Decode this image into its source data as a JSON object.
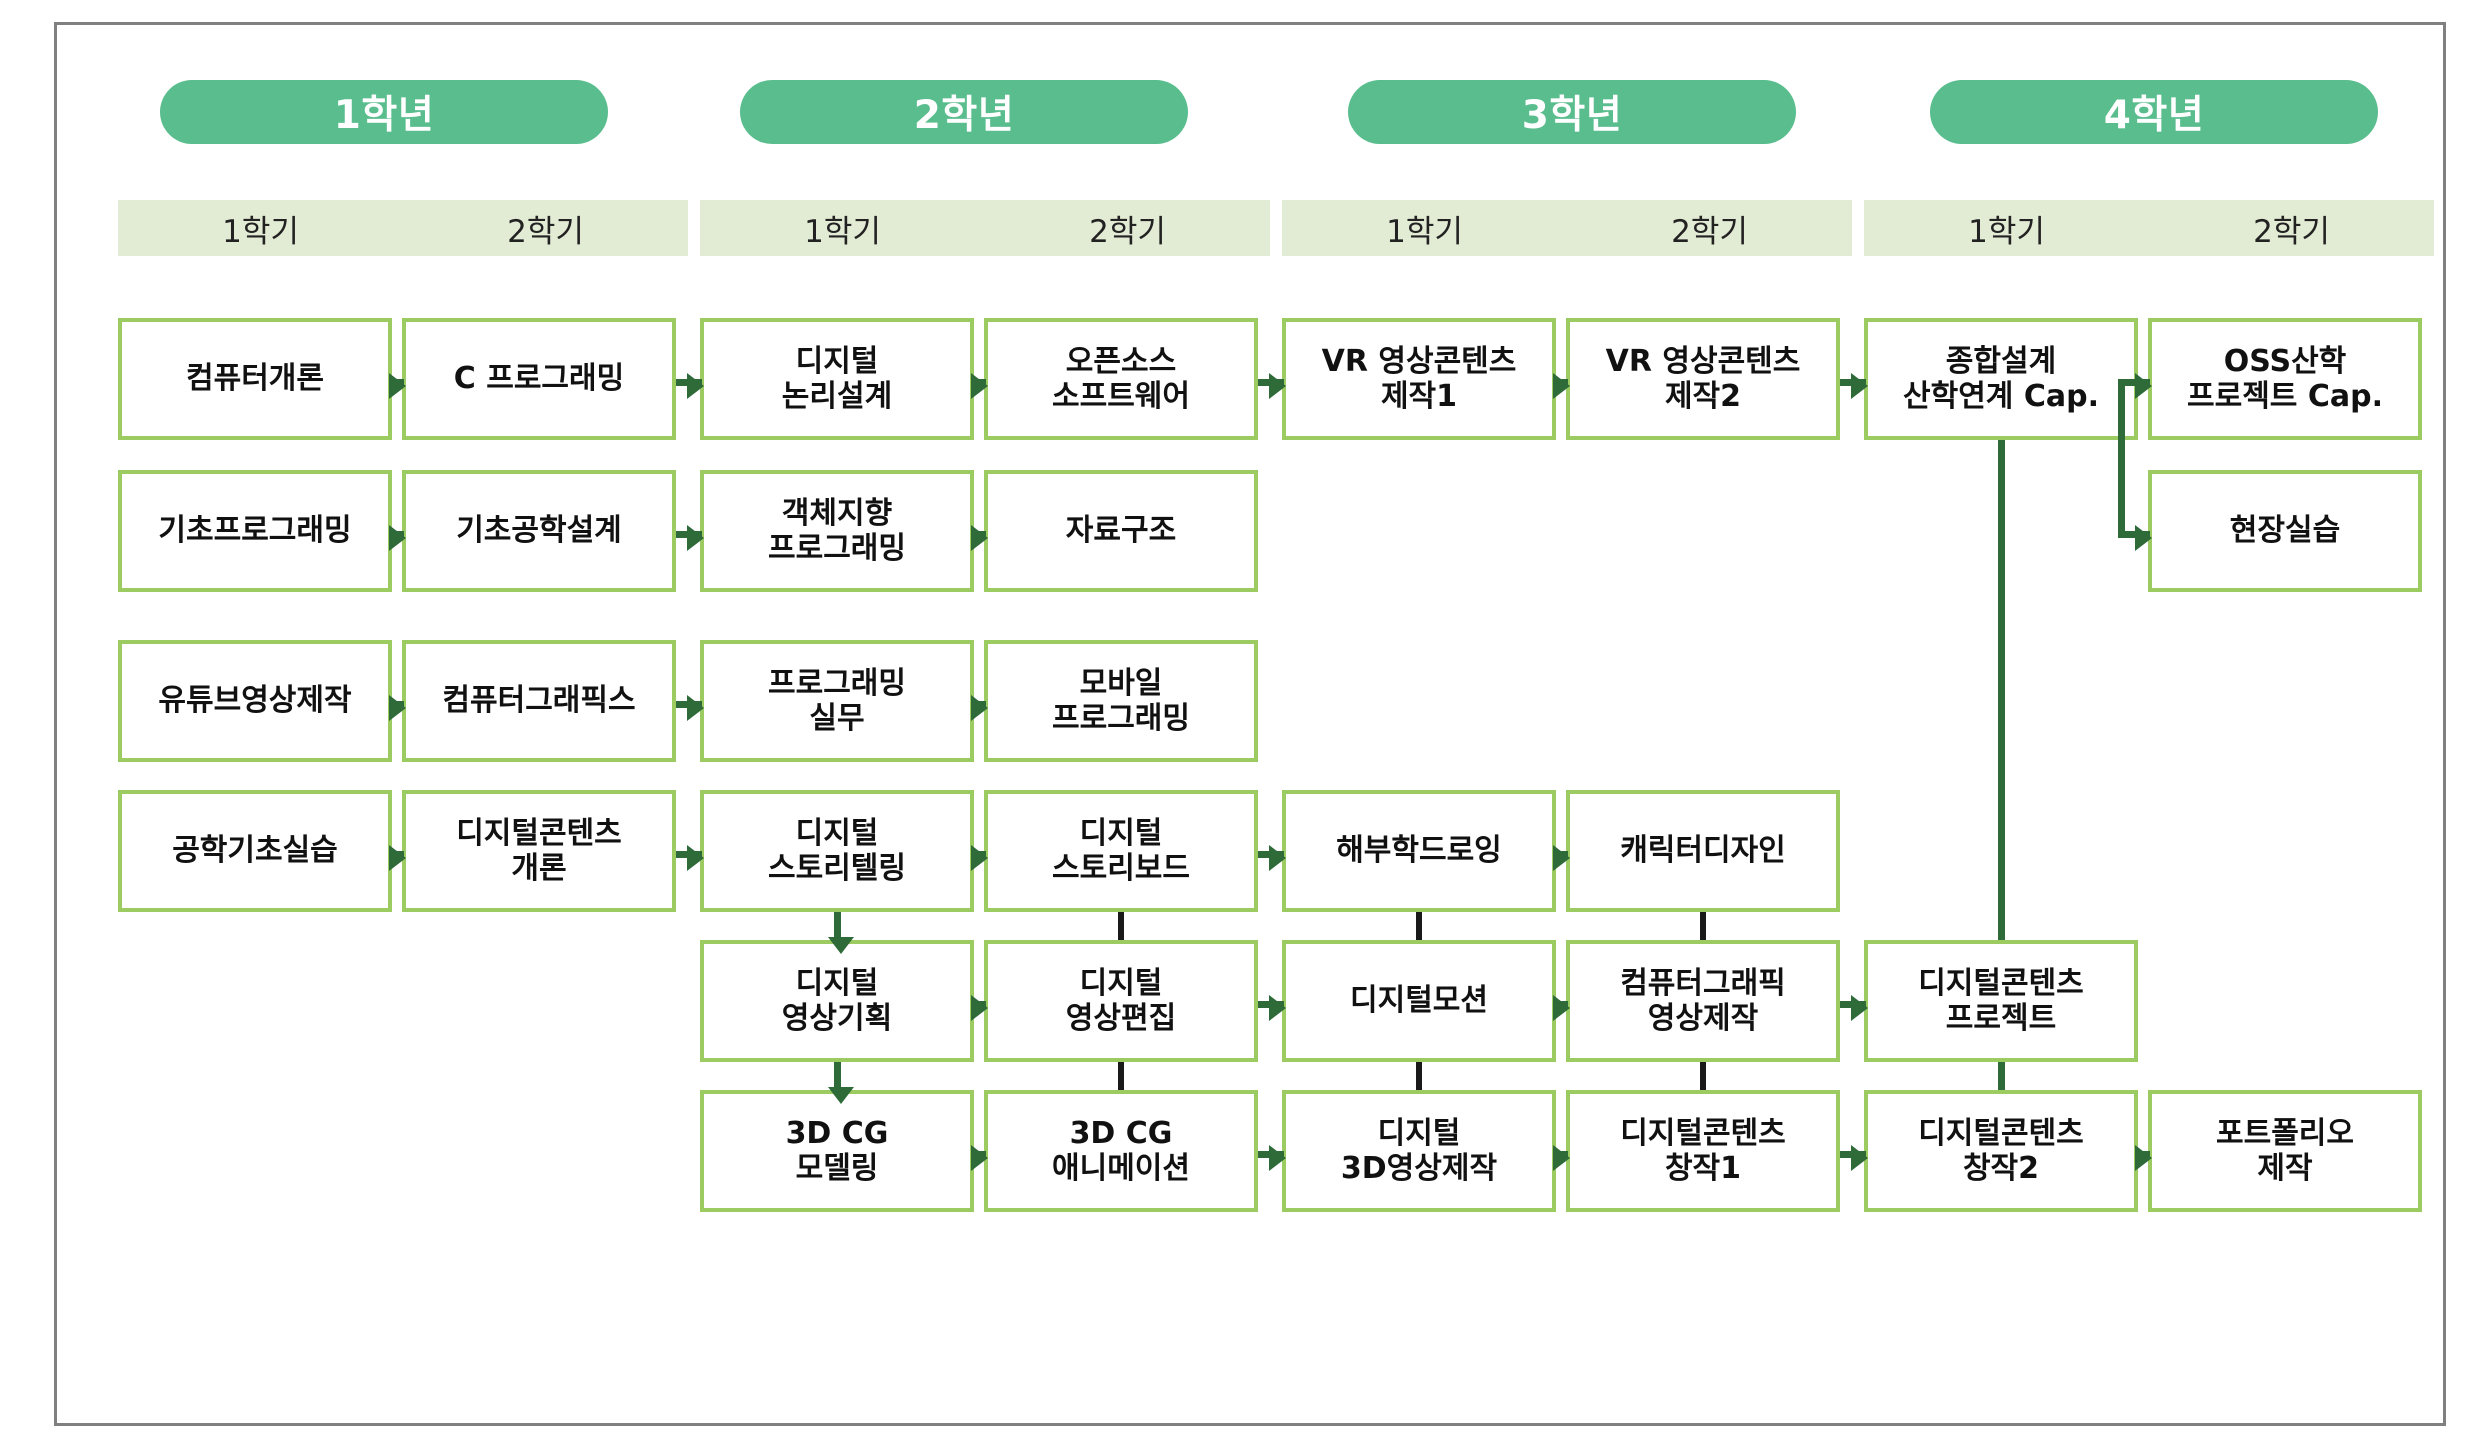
{
  "colors": {
    "pill_green": "#59bd8e",
    "band_green": "#e2ebd3",
    "box_border": "#9ccb62",
    "arrow_green": "#2e6b39",
    "link_dark": "#2e6b39",
    "frame_gray": "#808080"
  },
  "years": [
    {
      "label": "1학년",
      "semesters": [
        "1학기",
        "2학기"
      ]
    },
    {
      "label": "2학년",
      "semesters": [
        "1학기",
        "2학기"
      ]
    },
    {
      "label": "3학년",
      "semesters": [
        "1학기",
        "2학기"
      ]
    },
    {
      "label": "4학년",
      "semesters": [
        "1학기",
        "2학기"
      ]
    }
  ],
  "tracks": [
    {
      "name": "computer-science-track",
      "courses": [
        "컴퓨터개론",
        "C 프로그래밍",
        "디지털\n논리설계",
        "오픈소스\n소프트웨어",
        "VR 영상콘텐츠\n제작1",
        "VR 영상콘텐츠\n제작2",
        "종합설계\n산학연계 Cap.",
        "OSS산학\n프로젝트 Cap."
      ]
    },
    {
      "name": "programming-foundation-track",
      "courses": [
        "기초프로그래밍",
        "기초공학설계",
        "객체지향\n프로그래밍",
        "자료구조"
      ]
    },
    {
      "name": "graphics-track",
      "courses": [
        "유튜브영상제작",
        "컴퓨터그래픽스",
        "프로그래밍\n실무",
        "모바일\n프로그래밍"
      ]
    },
    {
      "name": "digital-content-track",
      "courses": [
        "공학기초실습",
        "디지털콘텐츠\n개론",
        "디지털\n스토리텔링",
        "디지털\n스토리보드",
        "해부학드로잉",
        "캐릭터디자인"
      ]
    },
    {
      "name": "video-production-track",
      "courses": [
        "디지털\n영상기획",
        "디지털\n영상편집",
        "디지털모션",
        "컴퓨터그래픽\n영상제작",
        "디지털콘텐츠\n프로젝트"
      ]
    },
    {
      "name": "3dcg-track",
      "courses": [
        "3D CG\n모델링",
        "3D CG\n애니메이션",
        "디지털\n3D영상제작",
        "디지털콘텐츠\n창작1",
        "디지털콘텐츠\n창작2",
        "포트폴리오\n제작"
      ]
    }
  ],
  "branch_courses": [
    "현장실습"
  ]
}
